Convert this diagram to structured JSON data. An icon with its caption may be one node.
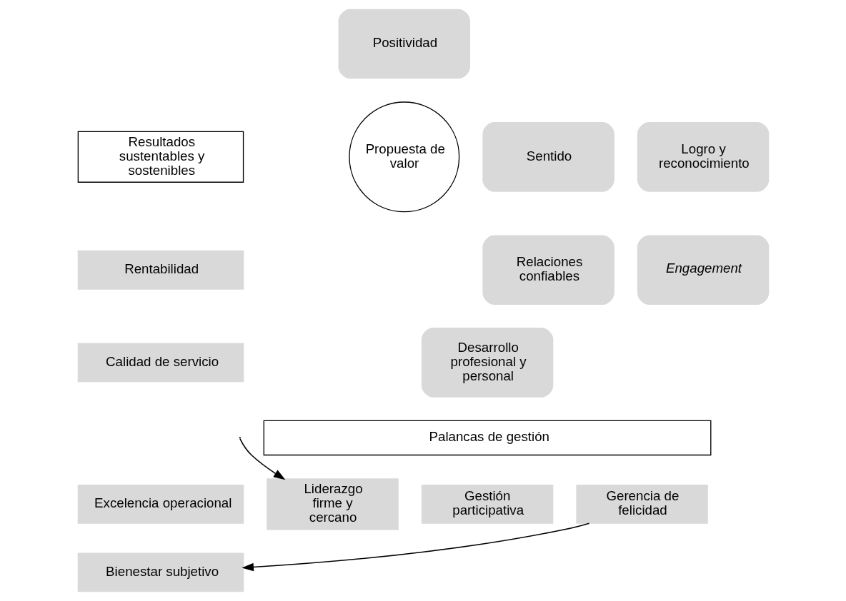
{
  "diagram": {
    "nodes": [
      {
        "text": [
          "Positividad"
        ]
      },
      {
        "text": [
          "Logro y reconocimiento"
        ]
      },
      {
        "text": [
          "Propuesta de valor"
        ]
      },
      {
        "text": [
          "Sentido"
        ]
      },
      {
        "text": [
          "Engagement"
        ]
      },
      {
        "text": [
          "Relaciones confiables"
        ]
      },
      {
        "text": [
          "Desarrollo profesional y personal"
        ]
      },
      {
        "text": [
          "Resultados sustentables y sostenibles"
        ]
      },
      {
        "text": [
          "Rentabilidad"
        ]
      },
      {
        "text": [
          "Calidad de servicio"
        ]
      },
      {
        "text": [
          "Excelencia operacional"
        ]
      },
      {
        "text": [
          "Bienestar subjetivo"
        ]
      },
      {
        "text": [
          "Palancas de gestión"
        ]
      },
      {
        "text": [
          "Liderazgo firme y cercano"
        ]
      },
      {
        "text": [
          "Gestión participativa"
        ]
      },
      {
        "text": [
          "Gerencia de felicidad"
        ]
      }
    ],
    "edges": [
      {
        "from": null,
        "to": 13,
        "arrow": "to"
      },
      {
        "from": 15,
        "to": 11,
        "arrow": "to"
      }
    ]
  }
}
